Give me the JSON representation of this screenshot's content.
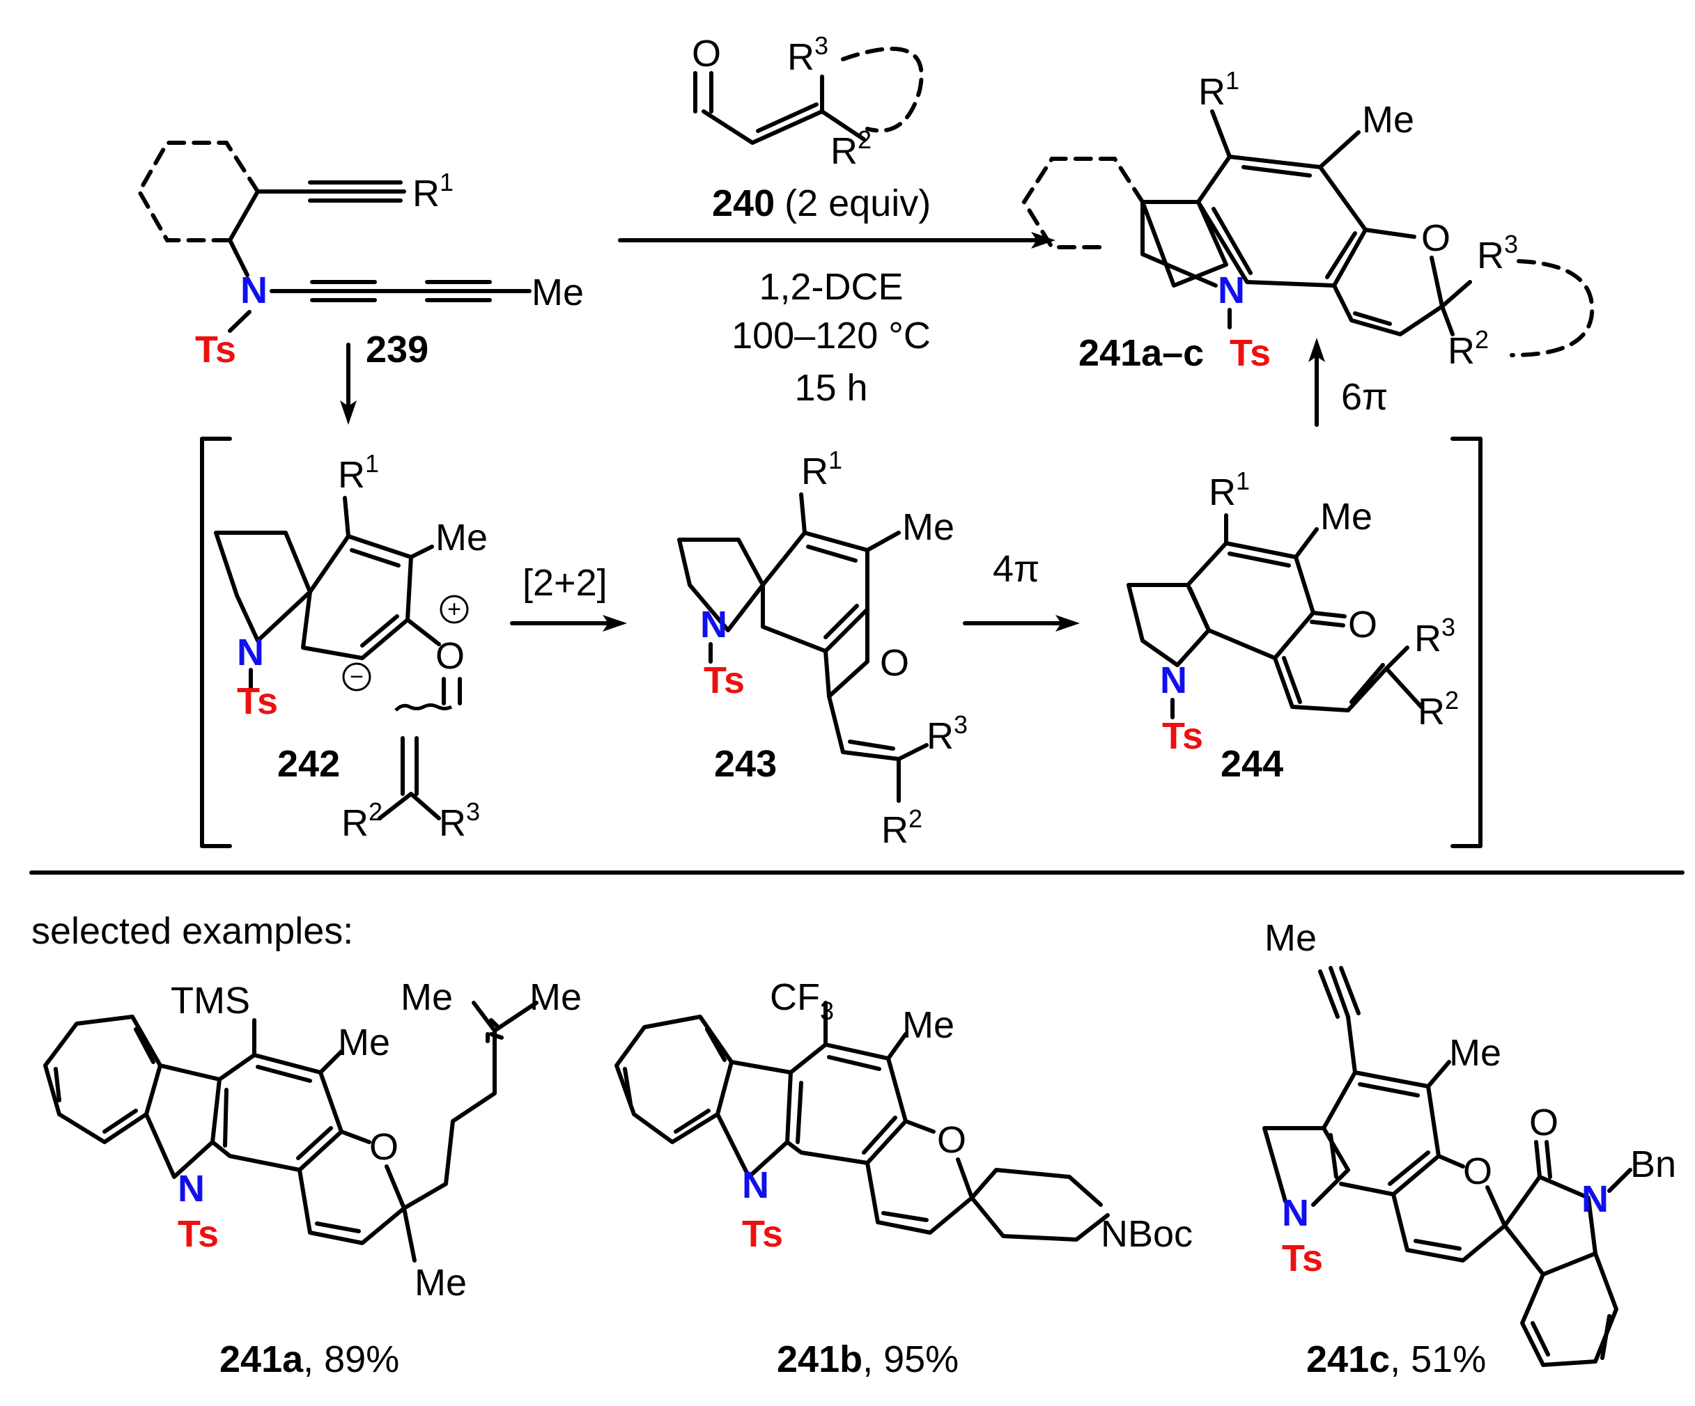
{
  "reagent": {
    "label": "240",
    "equiv": "(2 equiv)",
    "conditions": [
      "1,2-DCE",
      "100–120 °C",
      "15 h"
    ]
  },
  "compounds": {
    "c239": "239",
    "c241": "241a–c",
    "c242": "242",
    "c243": "243",
    "c244": "244"
  },
  "steps": {
    "s1": "[2+2]",
    "s2": "4π",
    "s3": "6π"
  },
  "atoms": {
    "N": "N",
    "Ts": "Ts",
    "Me": "Me",
    "O": "O",
    "R": "R",
    "TMS": "TMS",
    "CF": "CF",
    "NBoc": "NBoc",
    "Bn": "Bn",
    "plus": "+",
    "minus": "−",
    "sup1": "1",
    "sup2": "2",
    "sup3": "3"
  },
  "examples_heading": "selected examples:",
  "examples": [
    {
      "id": "241a",
      "yield": ", 89%"
    },
    {
      "id": "241b",
      "yield": ", 95%"
    },
    {
      "id": "241c",
      "yield": ", 51%"
    }
  ],
  "colors": {
    "nitrogen": "#1010ee",
    "tosyl": "#ee1010"
  }
}
